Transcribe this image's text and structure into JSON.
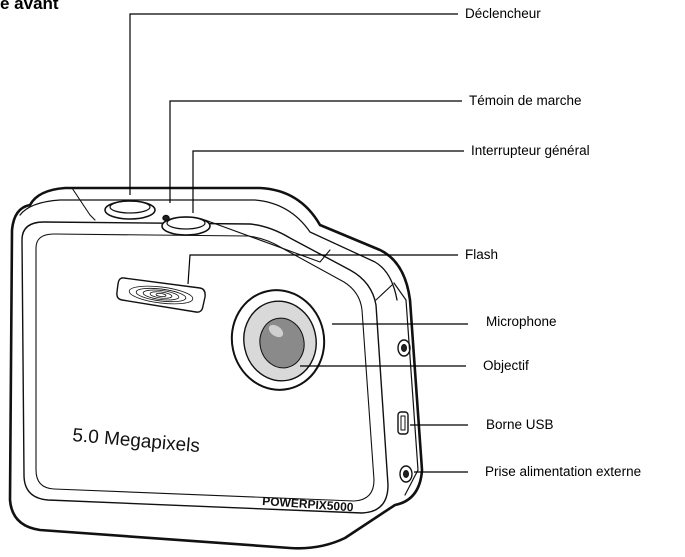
{
  "heading": "e avant",
  "camera": {
    "model_text": "5.0 Megapixels",
    "brand_text": "POWERPIX5000"
  },
  "callouts": [
    {
      "id": "shutter",
      "label": "Déclencheur"
    },
    {
      "id": "power-led",
      "label": "Témoin de marche"
    },
    {
      "id": "power-switch",
      "label": "Interrupteur général"
    },
    {
      "id": "flash",
      "label": "Flash"
    },
    {
      "id": "microphone",
      "label": "Microphone"
    },
    {
      "id": "lens",
      "label": "Objectif"
    },
    {
      "id": "usb",
      "label": "Borne USB"
    },
    {
      "id": "dc-in",
      "label": "Prise alimentation externe"
    }
  ]
}
